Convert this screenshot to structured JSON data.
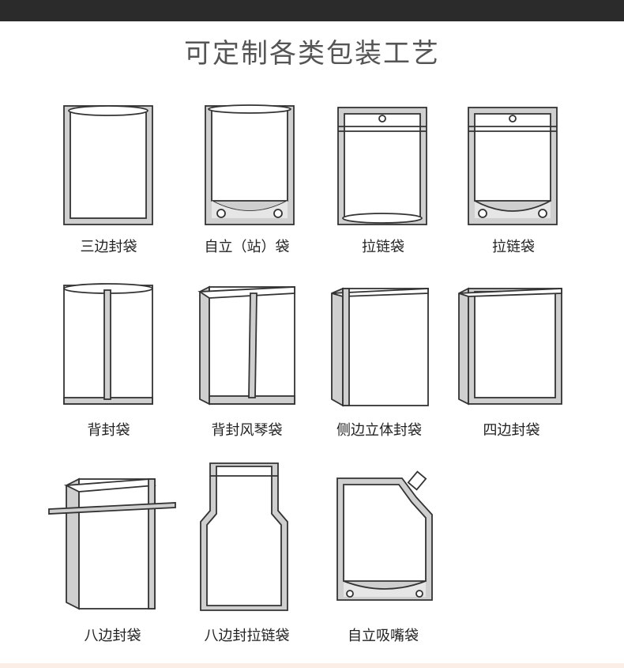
{
  "title": "可定制各类包装工艺",
  "bags": [
    {
      "label": "三边封袋"
    },
    {
      "label": "自立（站）袋"
    },
    {
      "label": "拉链袋"
    },
    {
      "label": "拉链袋"
    },
    {
      "label": "背封袋"
    },
    {
      "label": "背封风琴袋"
    },
    {
      "label": "侧边立体封袋"
    },
    {
      "label": "四边封袋"
    },
    {
      "label": "八边封袋"
    },
    {
      "label": "八边封拉链袋"
    },
    {
      "label": "自立吸嘴袋"
    }
  ]
}
